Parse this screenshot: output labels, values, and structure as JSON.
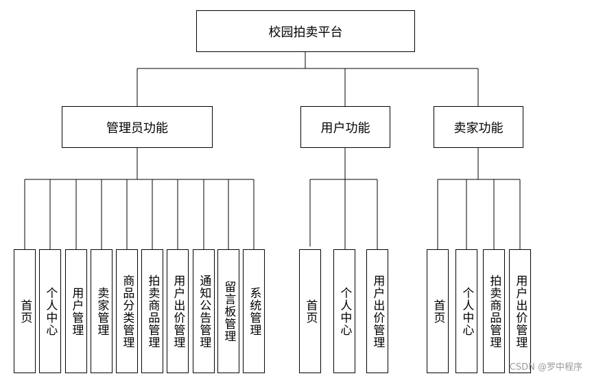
{
  "root": {
    "label": "校园拍卖平台"
  },
  "groups": [
    {
      "label": "管理员功能",
      "items": [
        "首页",
        "个人中心",
        "用户管理",
        "卖家管理",
        "商品分类管理",
        "拍卖商品管理",
        "用户出价管理",
        "通知公告管理",
        "留言板管理",
        "系统管理"
      ]
    },
    {
      "label": "用户功能",
      "items": [
        "首页",
        "个人中心",
        "用户出价管理"
      ]
    },
    {
      "label": "卖家功能",
      "items": [
        "首页",
        "个人中心",
        "拍卖商品管理",
        "用户出价管理"
      ]
    }
  ],
  "watermark": "CSDN @罗中程序"
}
